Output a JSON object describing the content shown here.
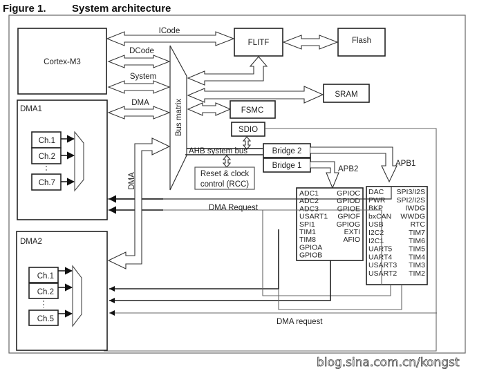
{
  "figure": {
    "number": "Figure 1.",
    "title": "System architecture"
  },
  "blocks": {
    "cortex": "Cortex-M3",
    "flitf": "FLITF",
    "flash": "Flash",
    "sram": "SRAM",
    "fsmc": "FSMC",
    "sdio": "SDIO",
    "bus_matrix": "Bus matrix",
    "bridge2": "Bridge  2",
    "bridge1": "Bridge  1",
    "rcc_line1": "Reset & clock",
    "rcc_line2": "control (RCC)",
    "dma1": "DMA1",
    "dma2": "DMA2"
  },
  "buses": {
    "icode": "ICode",
    "dcode": "DCode",
    "system": "System",
    "dma": "DMA",
    "dma_vertical": "DMA",
    "ahb": "AHB system bus",
    "apb2": "APB2",
    "apb1": "APB1",
    "dma_request_upper": "DMA Request",
    "dma_request_lower": "DMA request"
  },
  "dma1_channels": [
    "Ch.1",
    "Ch.2",
    "Ch.7"
  ],
  "dma2_channels": [
    "Ch.1",
    "Ch.2",
    "Ch.5"
  ],
  "apb2_peripherals": {
    "left": [
      "ADC1",
      "ADC2",
      "ADC3",
      "USART1",
      "SPI1",
      "TIM1",
      "TIM8",
      "GPIOA",
      "GPIOB"
    ],
    "right": [
      "GPIOC",
      "GPIOD",
      "GPIOE",
      "GPIOF",
      "GPIOG",
      "EXTI",
      "AFIO"
    ]
  },
  "apb1_peripherals": {
    "left": [
      "DAC",
      "PWR",
      "BKP",
      "bxCAN",
      "USB",
      "I2C2",
      "I2C1",
      "UART5",
      "UART4",
      "USART3",
      "USART2"
    ],
    "right": [
      "SPI3/I2S",
      "SPI2/I2S",
      "IWDG",
      "WWDG",
      "RTC",
      "TIM7",
      "TIM6",
      "TIM5",
      "TIM4",
      "TIM3",
      "TIM2"
    ]
  },
  "watermark": "blog.sina.com.cn/kongst"
}
